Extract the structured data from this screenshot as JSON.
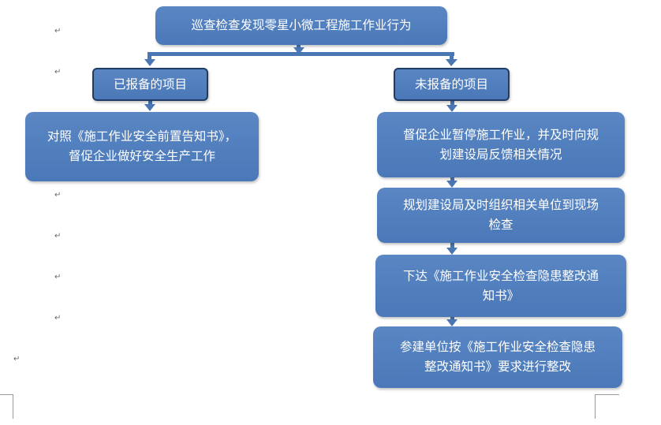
{
  "top_box": "巡查检查发现零星小微工程施工作业行为",
  "left_branch": {
    "header": "已报备的项目",
    "steps": [
      [
        "对照《施工作业安全前置告知书》，",
        "督促企业做好安全生产工作"
      ]
    ]
  },
  "right_branch": {
    "header": "未报备的项目",
    "steps": [
      [
        "督促企业暂停施工作业，并及时向规",
        "划建设局反馈相关情况"
      ],
      [
        "规划建设局及时组织相关单位到现场",
        "检查"
      ],
      [
        "下达《施工作业安全检查隐患整改通",
        "知书》"
      ],
      [
        "参建单位按《施工作业安全检查隐患",
        "整改通知书》要求进行整改"
      ]
    ]
  },
  "paragraph_mark": "↵",
  "colors": {
    "box_fill": "#4f7ebf",
    "connector": "#4a76b4",
    "header_border": "#1f3c66"
  }
}
